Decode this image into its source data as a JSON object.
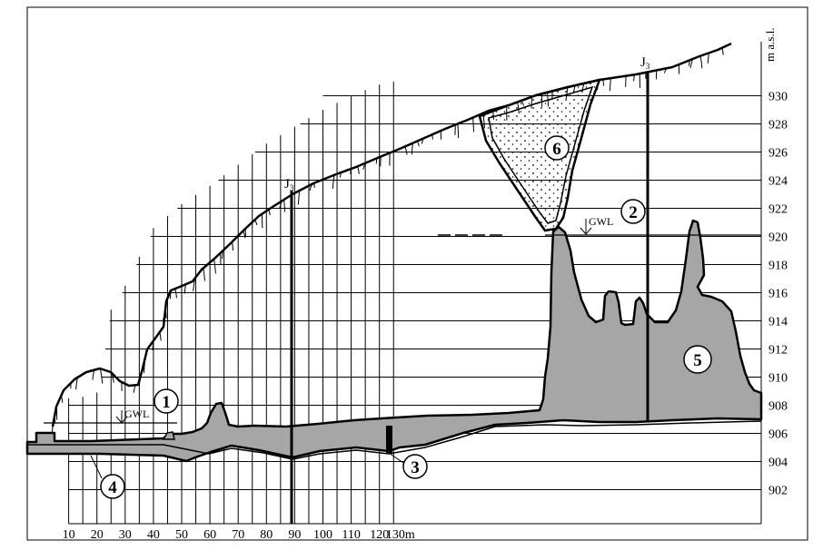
{
  "figure": {
    "y_unit": "m a.s.l.",
    "x_ticks": [
      "10",
      "20",
      "30",
      "40",
      "50",
      "60",
      "70",
      "80",
      "90",
      "100",
      "110",
      "120",
      "130m"
    ],
    "y_ticks": [
      "902",
      "904",
      "906",
      "908",
      "910",
      "912",
      "914",
      "916",
      "918",
      "920",
      "922",
      "924",
      "926",
      "928",
      "930"
    ],
    "joint_label_1": "J",
    "joint_label_1_sub": "3",
    "joint_label_2": "J",
    "joint_label_2_sub": "3",
    "gwl_label_1": "GWL",
    "gwl_label_2": "GWL",
    "markers": [
      "1",
      "2",
      "3",
      "4",
      "5",
      "6"
    ]
  },
  "colors": {
    "cave_fill": "#a6a6a6",
    "grid": "#000000",
    "stroke": "#000000",
    "sediment_fill": "#ffffff"
  }
}
